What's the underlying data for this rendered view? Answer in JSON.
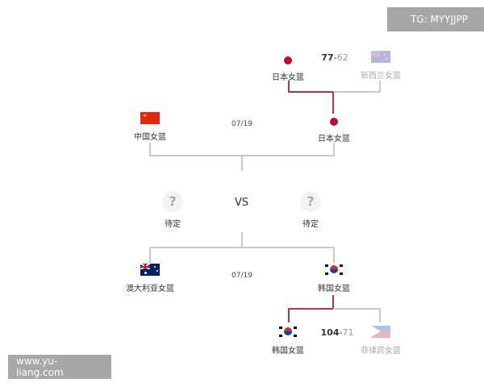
{
  "watermarks": {
    "top_right": "TG: MYYJJPP",
    "bottom_left": "www.yu-liang.com"
  },
  "bracket": {
    "top_qualifier": {
      "team1": {
        "name": "日本女篮",
        "flag": "japan-flag",
        "score": "77",
        "winner": true
      },
      "team2": {
        "name": "新西兰女篮",
        "flag": "new-zealand-flag",
        "score": "62",
        "winner": false
      },
      "separator": "-"
    },
    "semifinal_1": {
      "date": "07/19",
      "team1": {
        "name": "中国女篮",
        "flag": "china-flag"
      },
      "team2": {
        "name": "日本女篮",
        "flag": "japan-flag"
      }
    },
    "final": {
      "vs_label": "VS",
      "team1": {
        "name": "待定",
        "icon": "question-icon"
      },
      "team2": {
        "name": "待定",
        "icon": "question-icon"
      }
    },
    "semifinal_2": {
      "date": "07/19",
      "team1": {
        "name": "澳大利亚女篮",
        "flag": "australia-flag"
      },
      "team2": {
        "name": "韩国女篮",
        "flag": "korea-flag"
      }
    },
    "bottom_qualifier": {
      "team1": {
        "name": "韩国女篮",
        "flag": "korea-flag",
        "score": "104",
        "winner": true
      },
      "team2": {
        "name": "菲律宾女篮",
        "flag": "philippines-flag",
        "score": "71",
        "winner": false
      },
      "separator": "-"
    }
  },
  "colors": {
    "winner_line": "#b0354a",
    "line": "#c9c9c9",
    "badge_bg": "#a7a7a7"
  }
}
